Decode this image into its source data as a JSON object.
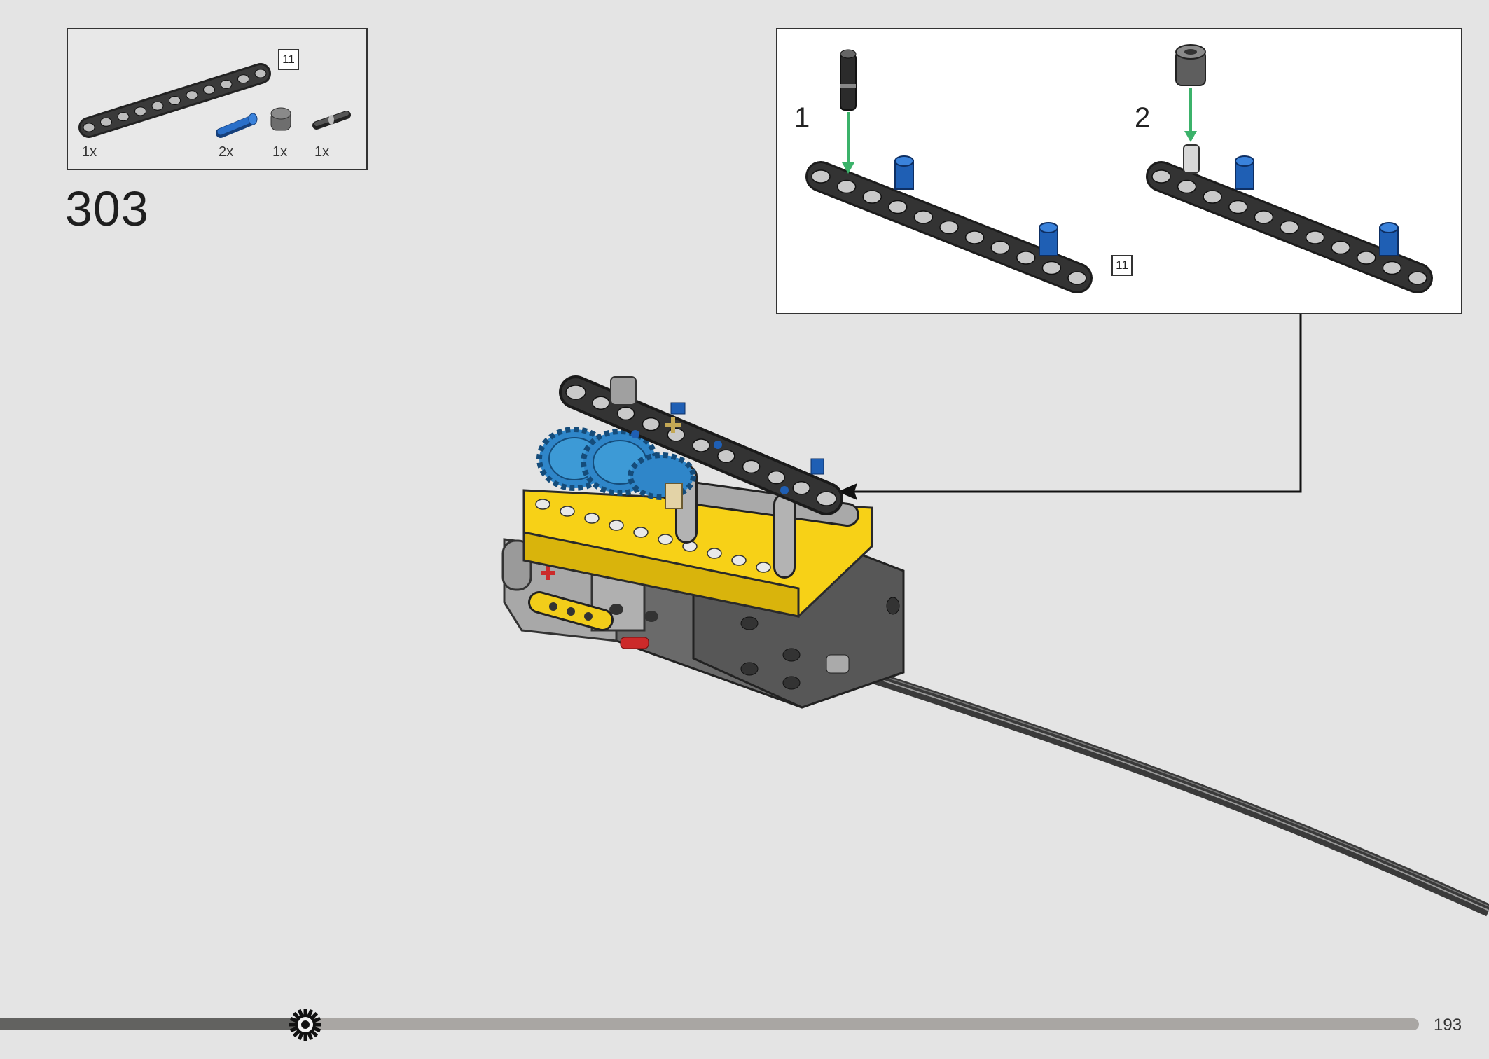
{
  "step": {
    "number": "303"
  },
  "parts_list": {
    "items": [
      {
        "qty": "1x",
        "icon": "black-beam-11-icon"
      },
      {
        "qty": "2x",
        "icon": "blue-axle-pin-icon"
      },
      {
        "qty": "1x",
        "icon": "dark-grey-bush-icon"
      },
      {
        "qty": "1x",
        "icon": "black-friction-pin-icon"
      }
    ],
    "beam_length": "11"
  },
  "substeps": [
    {
      "number": "1",
      "beam_length": "11"
    },
    {
      "number": "2"
    }
  ],
  "colors": {
    "page_background": "#e4e4e4",
    "beam_black": "#2b2b2b",
    "technic_blue": "#1f5fb4",
    "technic_yellow": "#f7d117",
    "gear_azure": "#3d9ad6",
    "arrow_green": "#3bb26a",
    "light_grey": "#b9b9b9",
    "dark_grey": "#6b6b6b"
  },
  "progress": {
    "fraction": 0.215,
    "icon": "gear-icon"
  },
  "page": {
    "number": "193"
  }
}
